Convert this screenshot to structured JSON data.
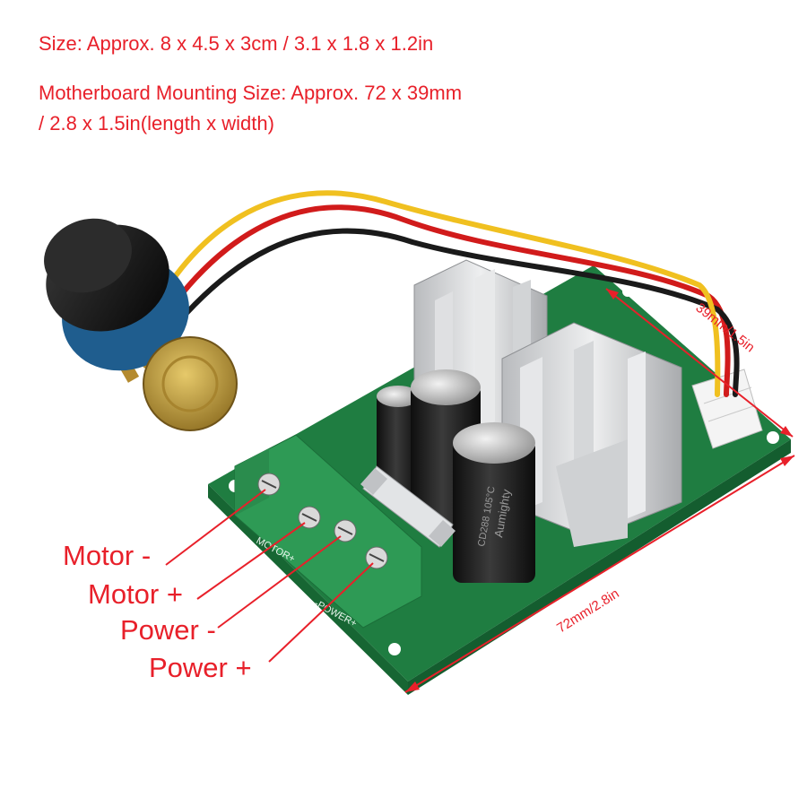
{
  "specs": {
    "size_line": "Size: Approx. 8 x 4.5 x 3cm / 3.1 x 1.8 x 1.2in",
    "mounting_line1": "Motherboard Mounting Size: Approx. 72 x 39mm",
    "mounting_line2": " / 2.8 x 1.5in(length x width)"
  },
  "labels": {
    "motor_minus": "Motor -",
    "motor_plus": "Motor +",
    "power_minus": "Power -",
    "power_plus": "Power +"
  },
  "dimensions": {
    "width": "39mm/1.5in",
    "length": "72mm/2.8in"
  },
  "board_print": {
    "motor": "MOTOR+",
    "power": "-POWER+",
    "cap_brand": "Aumighty",
    "cap_rating": "CD288 105°C"
  },
  "colors": {
    "annotation": "#e8202a",
    "pcb": "#2f9a52",
    "heatsink": "#c9cbcd",
    "terminal": "#2e9a55"
  }
}
